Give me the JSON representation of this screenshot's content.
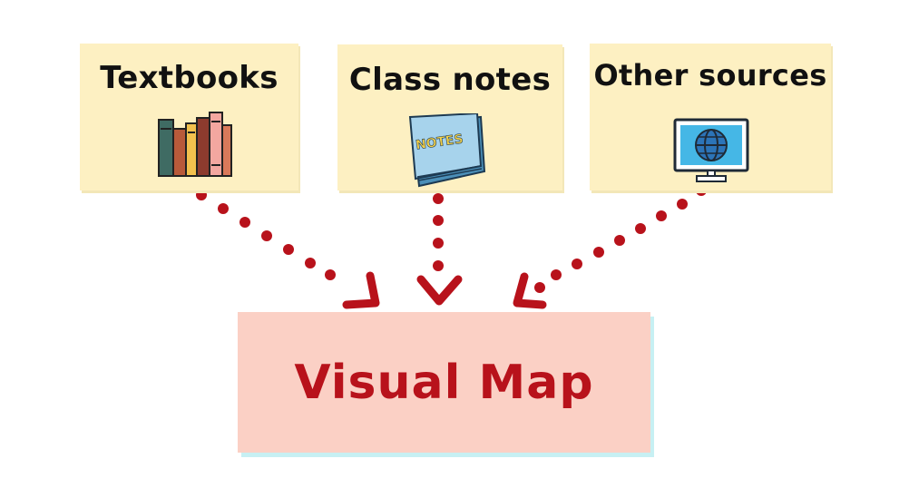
{
  "sources": [
    {
      "label": "Textbooks",
      "icon": "books-icon"
    },
    {
      "label": "Class notes",
      "icon": "notepad-icon",
      "icon_text": "NOTES"
    },
    {
      "label": "Other sources",
      "icon": "globe-monitor-icon"
    }
  ],
  "target": {
    "label": "Visual Map"
  },
  "colors": {
    "source_fill": "#fdf0c2",
    "target_fill": "#fbd0c5",
    "target_text": "#b8121b",
    "target_shadow": "#c7f0f3",
    "arrow": "#b8121b"
  }
}
